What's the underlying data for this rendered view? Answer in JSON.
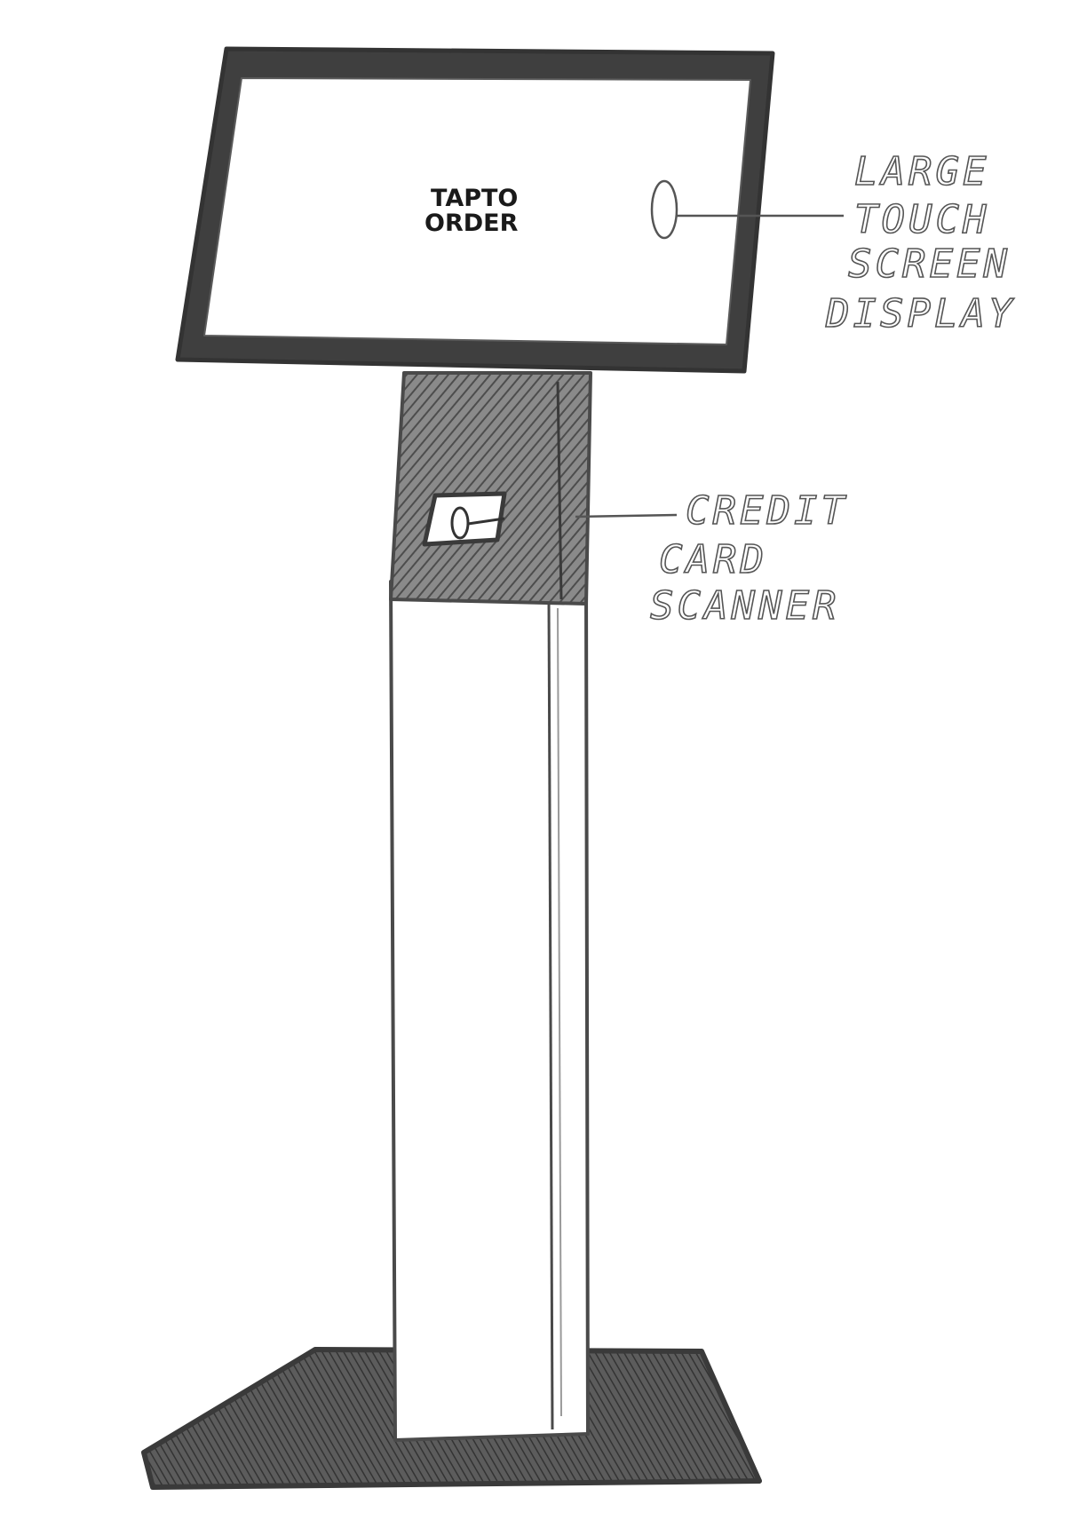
{
  "screen": {
    "line1": "TAPTO",
    "line2": "ORDER"
  },
  "callouts": {
    "display": {
      "line1": "LARGE",
      "line2": "TOUCH",
      "line3": "SCREEN",
      "line4": "DISPLAY"
    },
    "scanner": {
      "line1": "CREDIT",
      "line2": "CARD",
      "line3": "SCANNER"
    }
  },
  "colors": {
    "pencil": "#4a4a4a",
    "shade": "#5a5a5a",
    "paper": "#ffffff"
  }
}
